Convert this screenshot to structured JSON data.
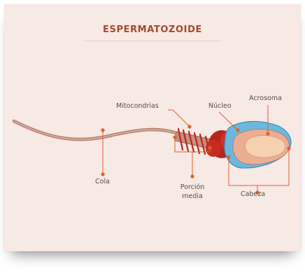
{
  "title": "ESPERMATOZOIDE",
  "labels": {
    "mitocondrias": "Mitocondrias",
    "nucleo": "Núcleo",
    "acrosoma": "Acrosoma",
    "cola": "Cola",
    "porcion_line1": "Porción",
    "porcion_line2": "media",
    "cabeza": "Cabeza"
  },
  "colors": {
    "background": "#f7e9e4",
    "accent": "#e0602c",
    "title": "#a54a2f",
    "tail": "#c79684",
    "midpiece": "#b8241c",
    "acrosome": "#6cb8dc",
    "head": "#ecae92",
    "nucleus": "#f5d0b1"
  }
}
